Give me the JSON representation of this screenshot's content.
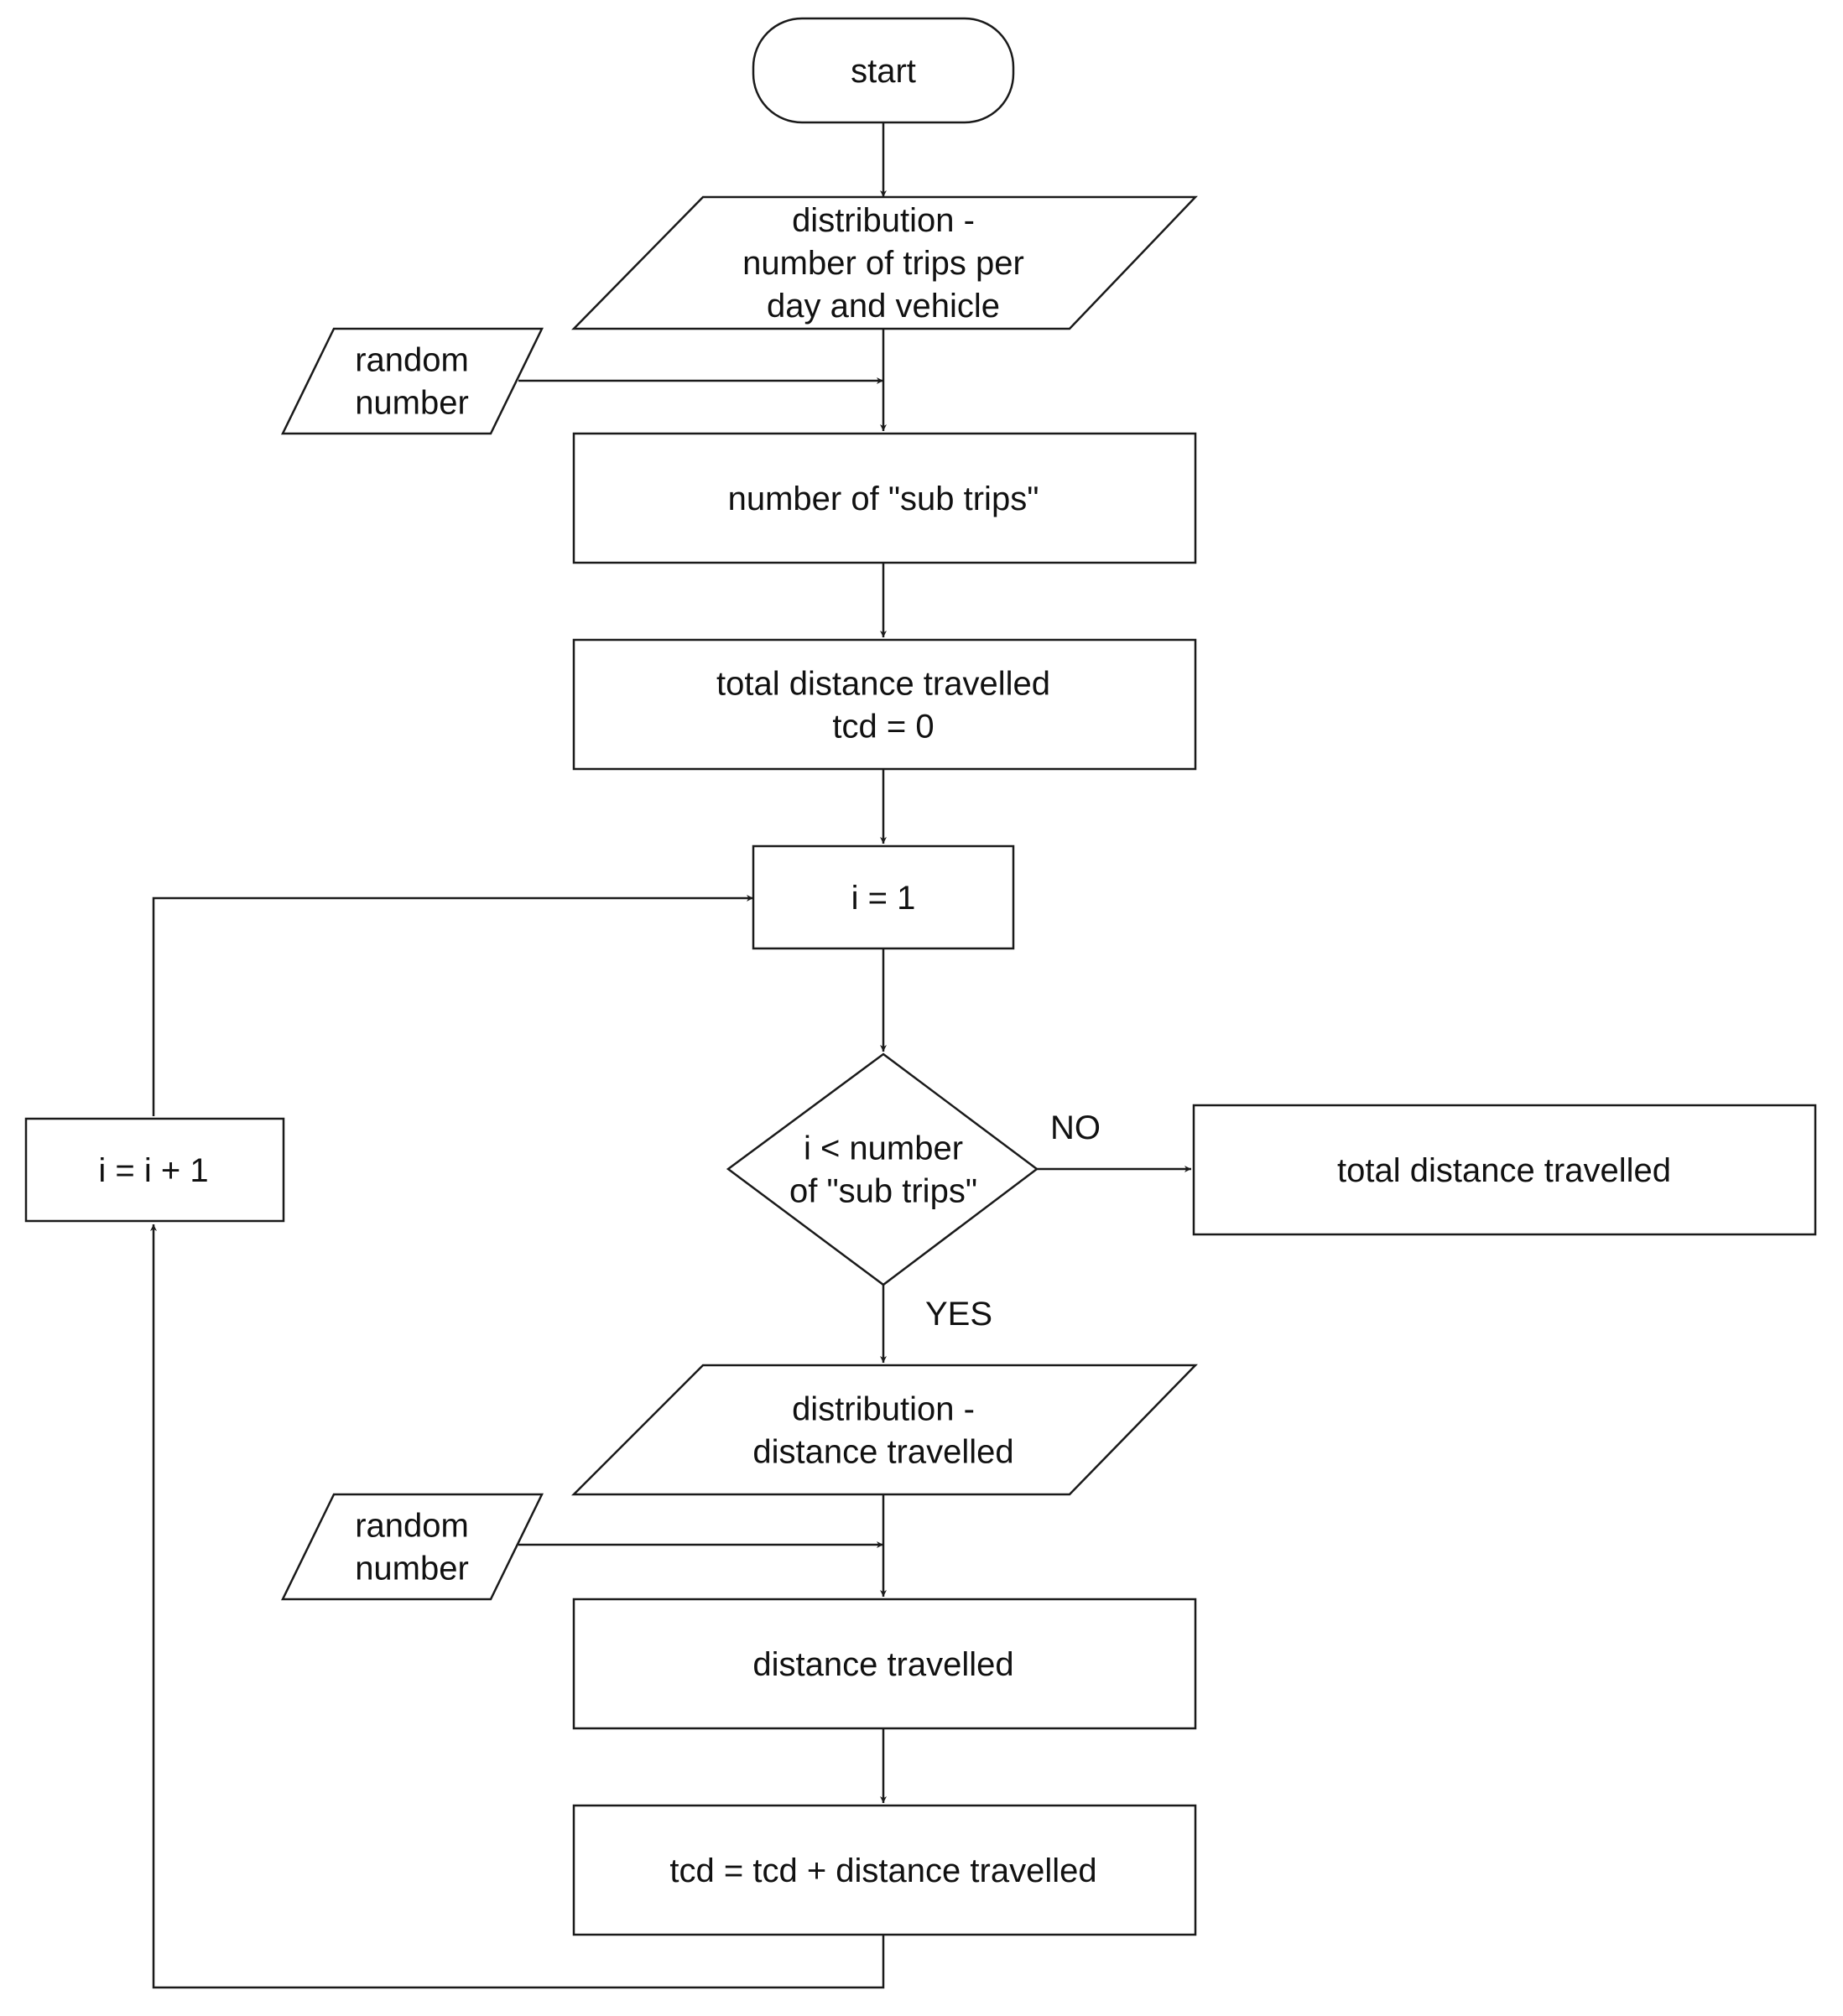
{
  "nodes": {
    "start": [
      "start"
    ],
    "dist_trips": [
      "distribution -",
      "number of trips per",
      "day and vehicle"
    ],
    "random1": [
      "random",
      "number"
    ],
    "num_sub_trips": [
      "number of \"sub trips\""
    ],
    "total_init": [
      "total distance travelled",
      "tcd = 0"
    ],
    "i_init": [
      "i = 1"
    ],
    "decision": [
      "i < number",
      "of \"sub trips\""
    ],
    "total_out": [
      "total distance travelled"
    ],
    "increment": [
      "i = i + 1"
    ],
    "dist_distance": [
      "distribution -",
      "distance travelled"
    ],
    "random2": [
      "random",
      "number"
    ],
    "distance": [
      "distance travelled"
    ],
    "accumulate": [
      "tcd = tcd + distance travelled"
    ]
  },
  "labels": {
    "no": "NO",
    "yes": "YES"
  },
  "colors": {
    "stroke": "#1a1a1a",
    "fill": "#ffffff",
    "text": "#111111"
  }
}
